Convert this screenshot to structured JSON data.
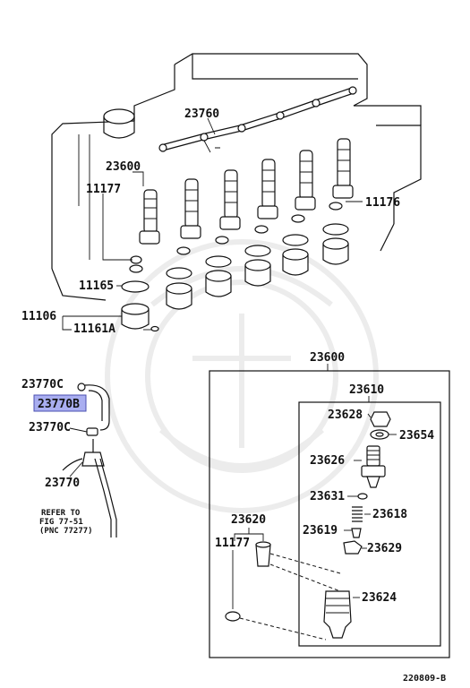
{
  "diagram": {
    "code": "220809-B",
    "highlight_color": "#a9aef0",
    "highlighted_part": "23770B",
    "labels": {
      "p23760": "23760",
      "p23600_top": "23600",
      "p11177_top": "11177",
      "p11176": "11176",
      "p11165": "11165",
      "p11106": "11106",
      "p11161A": "11161A",
      "p23770C_a": "23770C",
      "p23770B": "23770B",
      "p23770C_b": "23770C",
      "p23770": "23770",
      "p23600_box": "23600",
      "p23610": "23610",
      "p23628": "23628",
      "p23654": "23654",
      "p23626": "23626",
      "p23631": "23631",
      "p23618": "23618",
      "p23619": "23619",
      "p23629": "23629",
      "p23620": "23620",
      "p11177_box": "11177",
      "p23624": "23624"
    },
    "refer": {
      "line1": "REFER TO",
      "line2": "FIG 77-51",
      "line3": "(PNC 77277)"
    }
  }
}
